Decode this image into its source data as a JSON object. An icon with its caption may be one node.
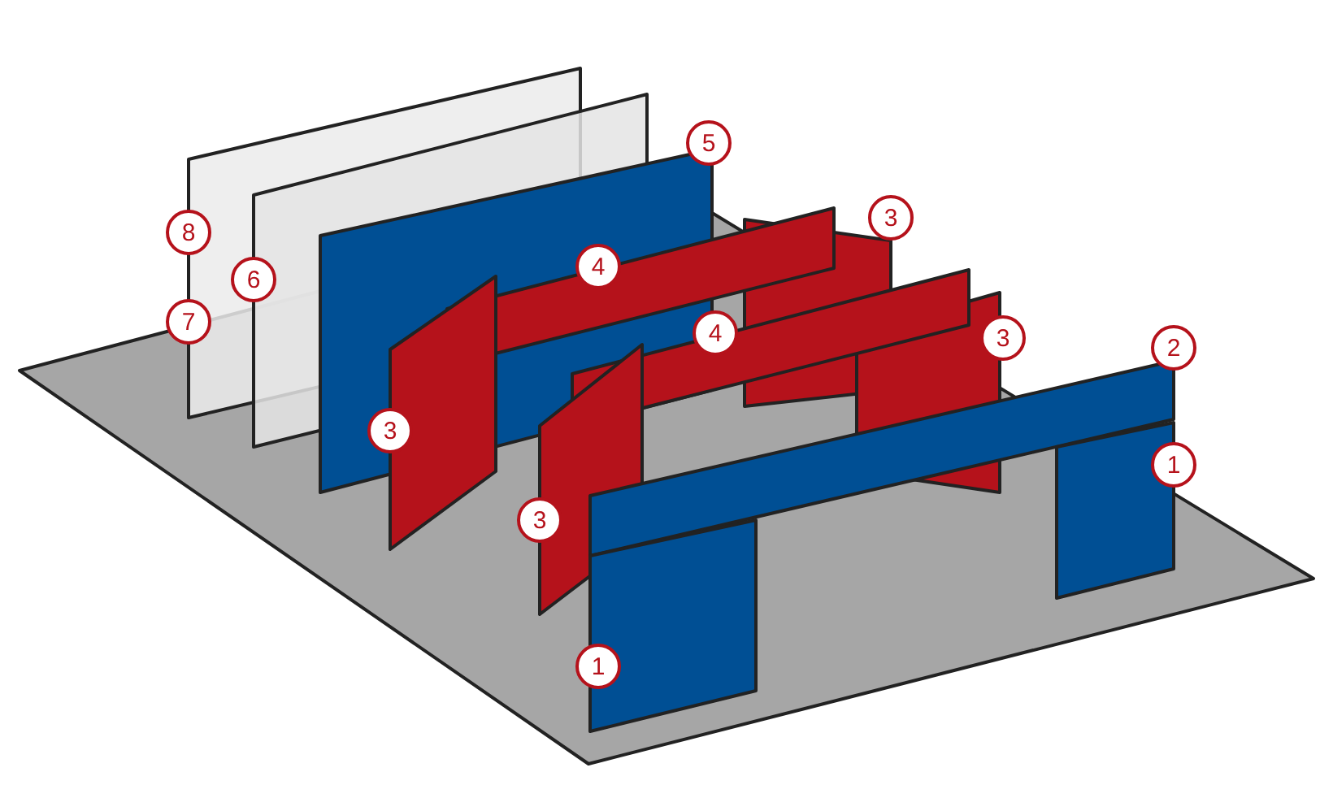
{
  "diagram": {
    "labels": [
      "5",
      "3",
      "8",
      "4",
      "6",
      "7",
      "4",
      "3",
      "2",
      "3",
      "1",
      "3",
      "1"
    ]
  }
}
